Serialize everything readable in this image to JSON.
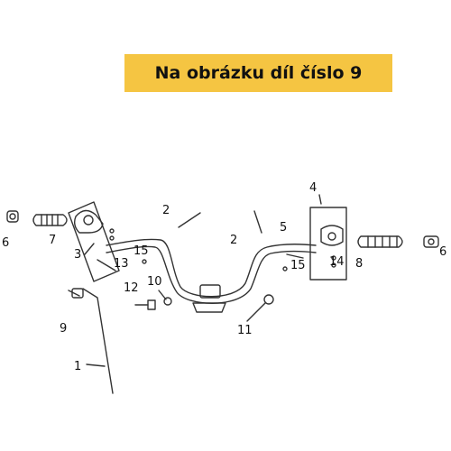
{
  "banner": {
    "text": "Na obrázku díl číslo 9"
  },
  "callouts": {
    "c1": "1",
    "c2a": "2",
    "c2b": "2",
    "c3": "3",
    "c4": "4",
    "c5": "5",
    "c6a": "6",
    "c6b": "6",
    "c7": "7",
    "c8": "8",
    "c9": "9",
    "c10": "10",
    "c11": "11",
    "c12": "12",
    "c13": "13",
    "c14": "14",
    "c15a": "15",
    "c15b": "15"
  },
  "colors": {
    "banner_bg": "#f5c542",
    "line": "#333333"
  }
}
